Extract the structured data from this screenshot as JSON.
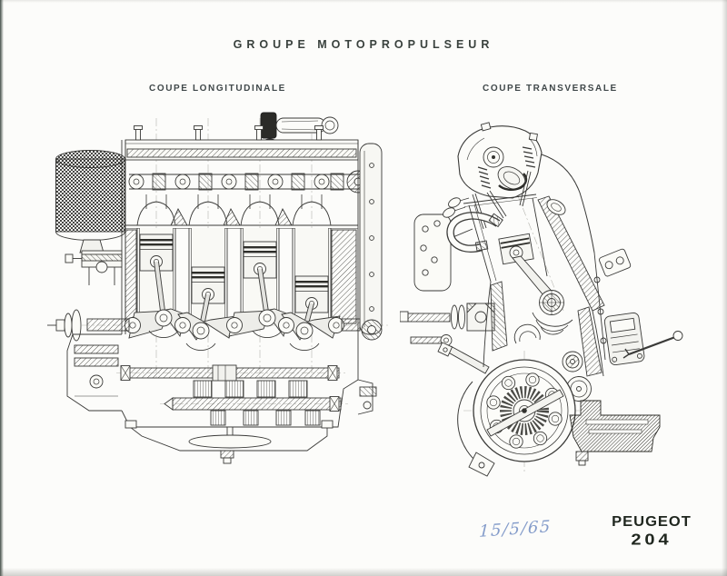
{
  "header": {
    "title": "GROUPE MOTOPROPULSEUR"
  },
  "figures": {
    "left": {
      "caption": "COUPE LONGITUDINALE"
    },
    "right": {
      "caption": "COUPE TRANSVERSALE"
    }
  },
  "annotations": {
    "date": "15/5/65"
  },
  "logo": {
    "brand": "PEUGEOT",
    "model": "204"
  },
  "colors": {
    "paper": "#fcfcfa",
    "drawing_ink": "#3a3a38",
    "label_ink": "#40484a",
    "handwriting_blue": "#7a94c6",
    "logo_ink": "#20271f"
  }
}
